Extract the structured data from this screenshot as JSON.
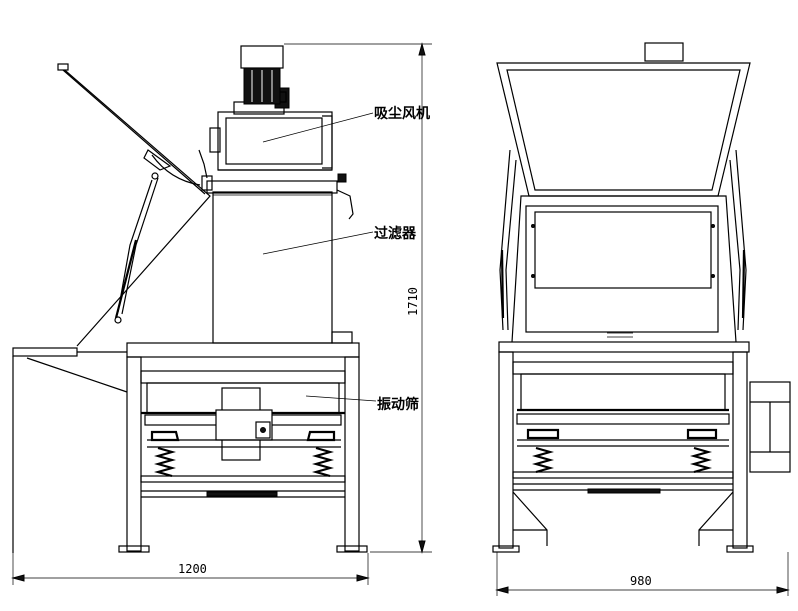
{
  "labels": {
    "fan": "吸尘风机",
    "filter": "过滤器",
    "screen": "振动筛"
  },
  "dimensions": {
    "side_width": "1200",
    "front_width": "980",
    "height": "1710"
  }
}
